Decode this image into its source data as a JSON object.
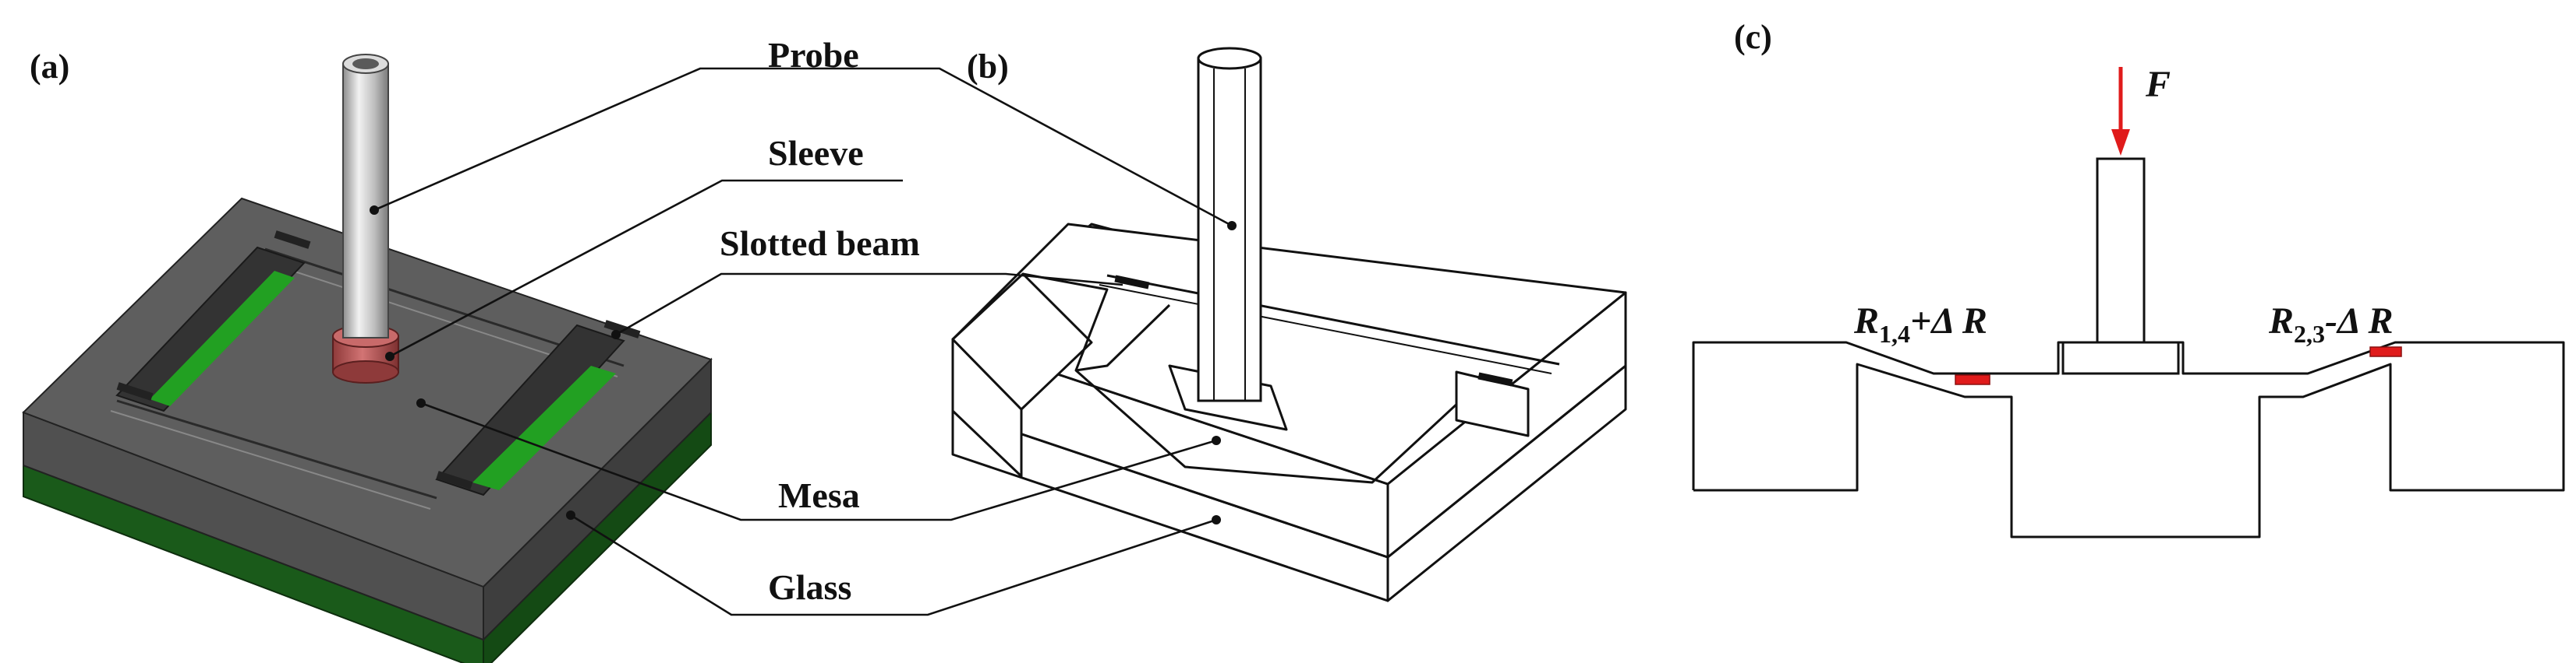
{
  "panels": {
    "a": {
      "tag": "(a)"
    },
    "b": {
      "tag": "(b)"
    },
    "c": {
      "tag": "(c)"
    }
  },
  "callouts": {
    "probe": "Probe",
    "sleeve": "Sleeve",
    "slotted_beam": "Slotted beam",
    "mesa": "Mesa",
    "glass": "Glass"
  },
  "panel_c": {
    "force": "F",
    "r_left_main": "R",
    "r_left_sub": "1,4",
    "r_left_delta": "+Δ R",
    "r_right_main": "R",
    "r_right_sub": "2,3",
    "r_right_delta": "-Δ R"
  },
  "colors": {
    "silicon_top": "#5e5e5e",
    "silicon_side": "#4a4a4a",
    "glass": "#1f6b1f",
    "slot_fill": "#22a022",
    "sleeve": "#b85555",
    "piezo": "#e01b1b",
    "force_arrow": "#e01b1b"
  }
}
